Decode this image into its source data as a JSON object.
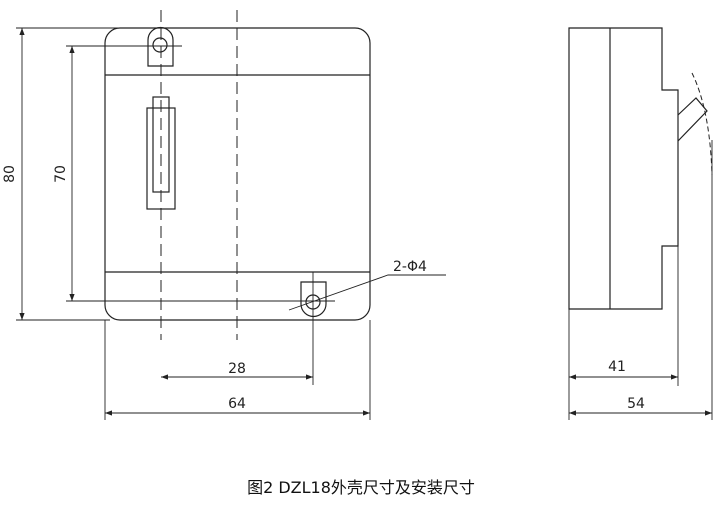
{
  "caption": "图2 DZL18外壳尺寸及安装尺寸",
  "dimensions": {
    "height_total": "80",
    "hole_spacing_vertical": "70",
    "hole_spacing_horizontal": "28",
    "width_total": "64",
    "hole_spec": "2-Φ4",
    "depth_body": "41",
    "depth_total": "54"
  }
}
